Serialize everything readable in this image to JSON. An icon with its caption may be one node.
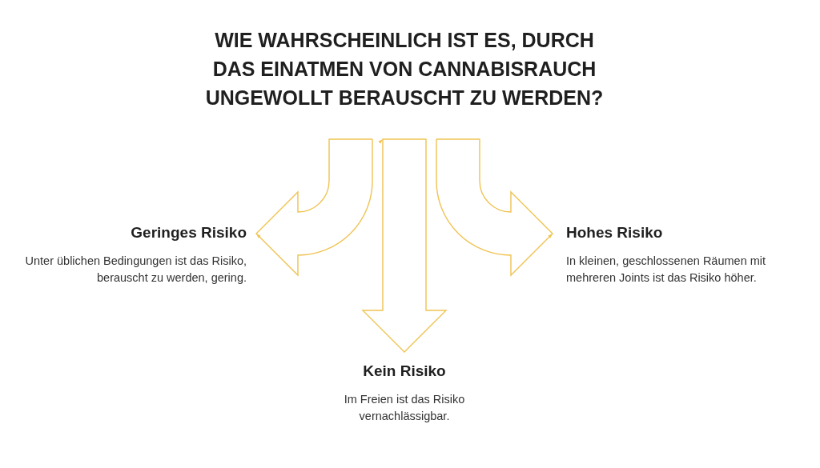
{
  "diagram": {
    "nodes": [
      {
        "text": [
          "WIE WAHRSCHEINLICH IST ES, DURCH DAS EINATMEN VON CANNABISRAUCH UNGEWOLLT BERAUSCHT ZU WERDEN?"
        ]
      },
      {
        "text": [
          "Geringes Risiko",
          "Unter üblichen Bedingungen ist das Risiko, berauscht zu werden, gering."
        ]
      },
      {
        "text": [
          "Hohes Risiko",
          "In kleinen, geschlossenen Räumen mit mehreren Joints ist das Risiko höher."
        ]
      },
      {
        "text": [
          "Kein Risiko",
          "Im Freien ist das Risiko vernachlässigbar."
        ]
      }
    ],
    "edges": [
      {
        "from": 0,
        "to": 1,
        "arrow": "to"
      },
      {
        "from": 0,
        "to": 3,
        "arrow": "to"
      },
      {
        "from": 0,
        "to": 2,
        "arrow": "to"
      }
    ]
  }
}
